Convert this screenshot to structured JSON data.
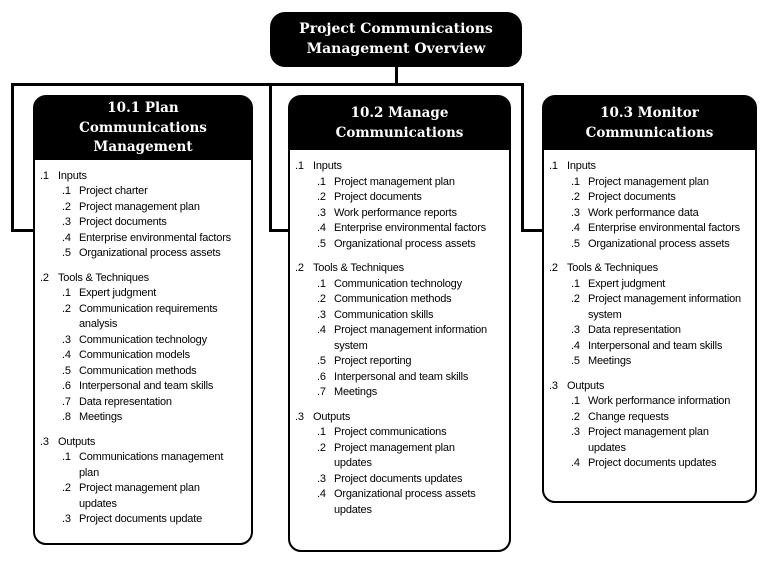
{
  "colors": {
    "box_fill": "#000000",
    "box_text": "#ffffff",
    "body_text": "#000000",
    "line": "#000000",
    "background": "#ffffff"
  },
  "title": {
    "text": "Project Communications Management Overview"
  },
  "columns": [
    {
      "title": "10.1 Plan Communications Management",
      "sections": [
        {
          "num": ".1",
          "label": "Inputs",
          "items": [
            {
              "num": ".1",
              "text": "Project charter"
            },
            {
              "num": ".2",
              "text": "Project management plan"
            },
            {
              "num": ".3",
              "text": "Project documents"
            },
            {
              "num": ".4",
              "text": "Enterprise environmental factors"
            },
            {
              "num": ".5",
              "text": "Organizational process assets"
            }
          ]
        },
        {
          "num": ".2",
          "label": "Tools & Techniques",
          "items": [
            {
              "num": ".1",
              "text": "Expert judgment"
            },
            {
              "num": ".2",
              "text": "Communication requirements analysis"
            },
            {
              "num": ".3",
              "text": "Communication technology"
            },
            {
              "num": ".4",
              "text": "Communication models"
            },
            {
              "num": ".5",
              "text": "Communication methods"
            },
            {
              "num": ".6",
              "text": "Interpersonal and team skills"
            },
            {
              "num": ".7",
              "text": "Data representation"
            },
            {
              "num": ".8",
              "text": "Meetings"
            }
          ]
        },
        {
          "num": ".3",
          "label": "Outputs",
          "items": [
            {
              "num": ".1",
              "text": "Communications management plan"
            },
            {
              "num": ".2",
              "text": "Project management plan updates"
            },
            {
              "num": ".3",
              "text": "Project documents update"
            }
          ]
        }
      ]
    },
    {
      "title": "10.2 Manage Communications",
      "sections": [
        {
          "num": ".1",
          "label": "Inputs",
          "items": [
            {
              "num": ".1",
              "text": "Project management plan"
            },
            {
              "num": ".2",
              "text": "Project documents"
            },
            {
              "num": ".3",
              "text": "Work performance reports"
            },
            {
              "num": ".4",
              "text": "Enterprise environmental factors"
            },
            {
              "num": ".5",
              "text": "Organizational process assets"
            }
          ]
        },
        {
          "num": ".2",
          "label": "Tools & Techniques",
          "items": [
            {
              "num": ".1",
              "text": "Communication technology"
            },
            {
              "num": ".2",
              "text": "Communication methods"
            },
            {
              "num": ".3",
              "text": "Communication skills"
            },
            {
              "num": ".4",
              "text": "Project management information system"
            },
            {
              "num": ".5",
              "text": "Project reporting"
            },
            {
              "num": ".6",
              "text": "Interpersonal and team skills"
            },
            {
              "num": ".7",
              "text": "Meetings"
            }
          ]
        },
        {
          "num": ".3",
          "label": "Outputs",
          "items": [
            {
              "num": ".1",
              "text": "Project communications"
            },
            {
              "num": ".2",
              "text": "Project management plan updates"
            },
            {
              "num": ".3",
              "text": "Project documents updates"
            },
            {
              "num": ".4",
              "text": "Organizational process assets updates"
            }
          ]
        }
      ]
    },
    {
      "title": "10.3 Monitor Communications",
      "sections": [
        {
          "num": ".1",
          "label": "Inputs",
          "items": [
            {
              "num": ".1",
              "text": "Project management plan"
            },
            {
              "num": ".2",
              "text": "Project documents"
            },
            {
              "num": ".3",
              "text": "Work performance data"
            },
            {
              "num": ".4",
              "text": "Enterprise environmental factors"
            },
            {
              "num": ".5",
              "text": "Organizational process assets"
            }
          ]
        },
        {
          "num": ".2",
          "label": "Tools & Techniques",
          "items": [
            {
              "num": ".1",
              "text": "Expert judgment"
            },
            {
              "num": ".2",
              "text": "Project management information system"
            },
            {
              "num": ".3",
              "text": "Data representation"
            },
            {
              "num": ".4",
              "text": "Interpersonal and team skills"
            },
            {
              "num": ".5",
              "text": "Meetings"
            }
          ]
        },
        {
          "num": ".3",
          "label": "Outputs",
          "items": [
            {
              "num": ".1",
              "text": "Work performance information"
            },
            {
              "num": ".2",
              "text": "Change requests"
            },
            {
              "num": ".3",
              "text": "Project management plan updates"
            },
            {
              "num": ".4",
              "text": "Project documents updates"
            }
          ]
        }
      ]
    }
  ]
}
